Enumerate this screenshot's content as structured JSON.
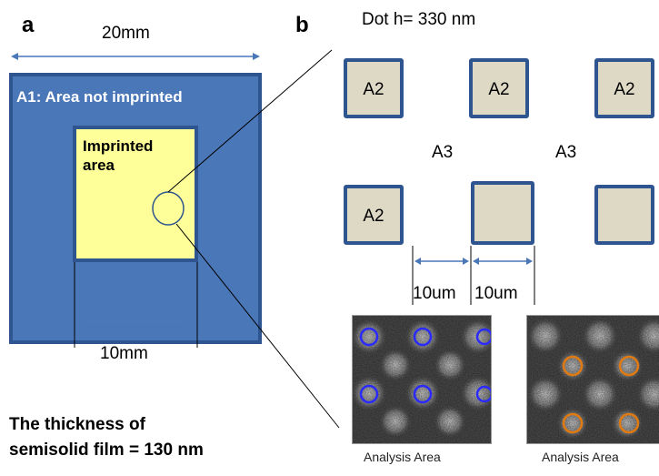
{
  "panel_a": {
    "letter": "a",
    "outer_width_label": "20mm",
    "outer_area_label": "A1: Area not imprinted",
    "imprinted_label_line1": "Imprinted",
    "imprinted_label_line2": "area",
    "inner_width_label": "10mm",
    "thickness_line1": "The thickness of",
    "thickness_line2": "semisolid film =  130 nm",
    "colors": {
      "outer": "#4a77b8",
      "inner": "#ffff99",
      "border": "#2e5590"
    }
  },
  "panel_b": {
    "letter": "b",
    "dot_height_label": "Dot  h= 330 nm",
    "dots": [
      {
        "label": "A2"
      },
      {
        "label": "A2"
      },
      {
        "label": "A2"
      },
      {
        "label": "A2"
      },
      {
        "label": ""
      },
      {
        "label": ""
      }
    ],
    "a3_left": "A3",
    "a3_right": "A3",
    "spacing_left": "10um",
    "spacing_right": "10um",
    "analysis_left": "Analysis Area",
    "analysis_right": "Analysis Area",
    "colors": {
      "dot_fill": "#ddd9c4",
      "dot_border": "#2e5590",
      "blue_ring": "#2a2aff",
      "orange_ring": "#e07a10"
    }
  }
}
